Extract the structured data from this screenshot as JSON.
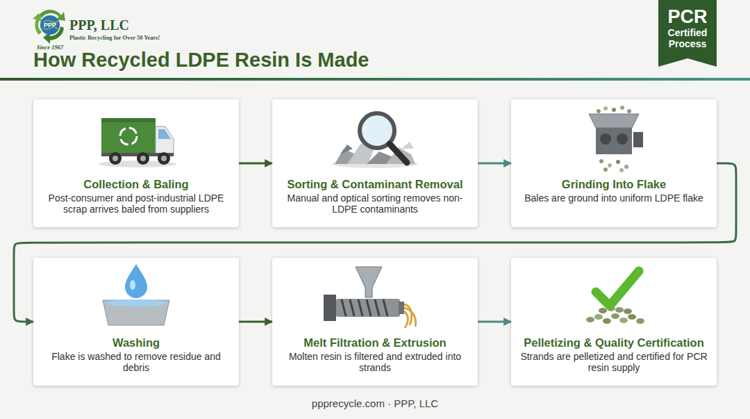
{
  "diagram": {
    "title": "How Recycled LDPE Resin Is Made",
    "caption": "ppprecycle.com · PPP, LLC",
    "nodes": [
      {
        "text": [
          "PCR",
          "Certified Process"
        ]
      },
      {
        "text": [
          "Collection & Baling",
          "Post-consumer and post-industrial LDPE scrap arrives baled from suppliers"
        ]
      },
      {
        "text": [
          "Sorting & Contaminant Removal",
          "Manual and optical sorting removes non-LDPE contaminants"
        ]
      },
      {
        "text": [
          "Grinding Into Flake",
          "Bales are ground into uniform LDPE flake"
        ]
      },
      {
        "text": [
          "Washing",
          "Flake is washed to remove residue and debris"
        ]
      },
      {
        "text": [
          "Melt Filtration & Extrusion",
          "Molten resin is filtered and extruded into strands"
        ]
      },
      {
        "text": [
          "Pelletizing & Quality Certification",
          "Strands are pelletized and certified for PCR resin supply"
        ]
      }
    ],
    "edges": [
      {
        "from": 1,
        "to": 2,
        "arrow": "to"
      },
      {
        "from": 2,
        "to": 3,
        "arrow": "to"
      },
      {
        "from": 3,
        "to": 4,
        "arrow": "to"
      },
      {
        "from": 4,
        "to": 5,
        "arrow": "to"
      },
      {
        "from": 5,
        "to": 6,
        "arrow": "to"
      }
    ],
    "labels": [
      "PPP",
      "PPP, LLC",
      "Plastic Recycling for Over 50 Years!",
      "Since 1967"
    ]
  }
}
